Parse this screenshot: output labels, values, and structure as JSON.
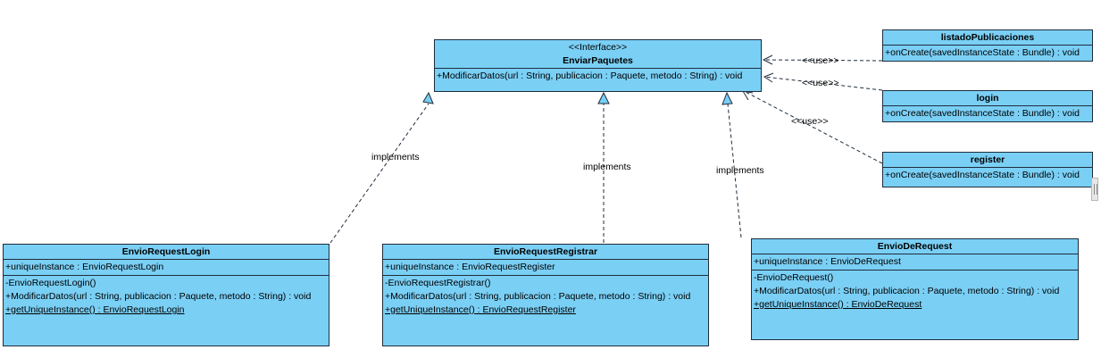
{
  "interface": {
    "stereotype": "<<Interface>>",
    "name": "EnviarPaquetes",
    "operations": [
      "+ModificarDatos(url : String, publicacion : Paquete, metodo : String) : void"
    ]
  },
  "clients": [
    {
      "name": "listadoPublicaciones",
      "operations": [
        "+onCreate(savedInstanceState : Bundle) : void"
      ]
    },
    {
      "name": "login",
      "operations": [
        "+onCreate(savedInstanceState : Bundle) : void"
      ]
    },
    {
      "name": "register",
      "operations": [
        "+onCreate(savedInstanceState : Bundle) : void"
      ]
    }
  ],
  "implementations": [
    {
      "name": "EnvioRequestLogin",
      "attributes": [
        "+uniqueInstance : EnvioRequestLogin"
      ],
      "operations": [
        "-EnvioRequestLogin()",
        "+ModificarDatos(url : String, publicacion : Paquete, metodo : String) : void",
        "+getUniqueInstance() : EnvioRequestLogin"
      ]
    },
    {
      "name": "EnvioRequestRegistrar",
      "attributes": [
        "+uniqueInstance : EnvioRequestRegister"
      ],
      "operations": [
        "-EnvioRequestRegistrar()",
        "+ModificarDatos(url : String, publicacion : Paquete, metodo : String) : void",
        "+getUniqueInstance() : EnvioRequestRegister"
      ]
    },
    {
      "name": "EnvioDeRequest",
      "attributes": [
        "+uniqueInstance : EnvioDeRequest"
      ],
      "operations": [
        "-EnvioDeRequest()",
        "+ModificarDatos(url : String, publicacion : Paquete, metodo : String) : void",
        "+getUniqueInstance() : EnvioDeRequest"
      ]
    }
  ],
  "labels": {
    "use": "<<use>>",
    "implements": "implements"
  },
  "colors": {
    "class_fill": "#7acff5",
    "border": "#1f2d3d"
  }
}
